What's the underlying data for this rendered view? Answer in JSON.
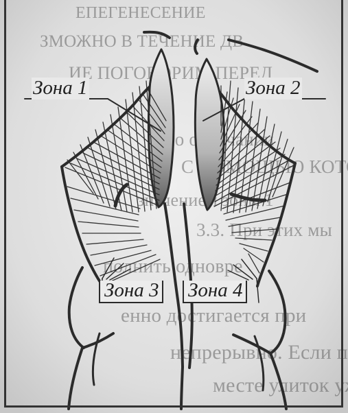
{
  "labels": {
    "zone1": "Зона 1",
    "zone2": "Зона 2",
    "zone3": "Зона 3",
    "zone4": "Зона 4"
  },
  "background_lines": [
    "ЕПЕГЕНЕСЕНИЕ",
    "ЗМОЖНО В ТЕЧЕНИЕ ДВ",
    "ИЕ ПОГОВОРИМ ПЕРЕД",
    "",
    "По окончании",
    "С ПОМОЩЬЮ КОТО",
    "значением зоны 1",
    "3.3. При этих мы",
    "полнить одновре",
    "енно достигается при",
    "непрерывно. Если пом",
    "месте улиток уже есть о"
  ],
  "colors": {
    "ink": "#2b2b2b",
    "paper": "#e8e8e8",
    "shadow_text": "#5c5c5c"
  }
}
